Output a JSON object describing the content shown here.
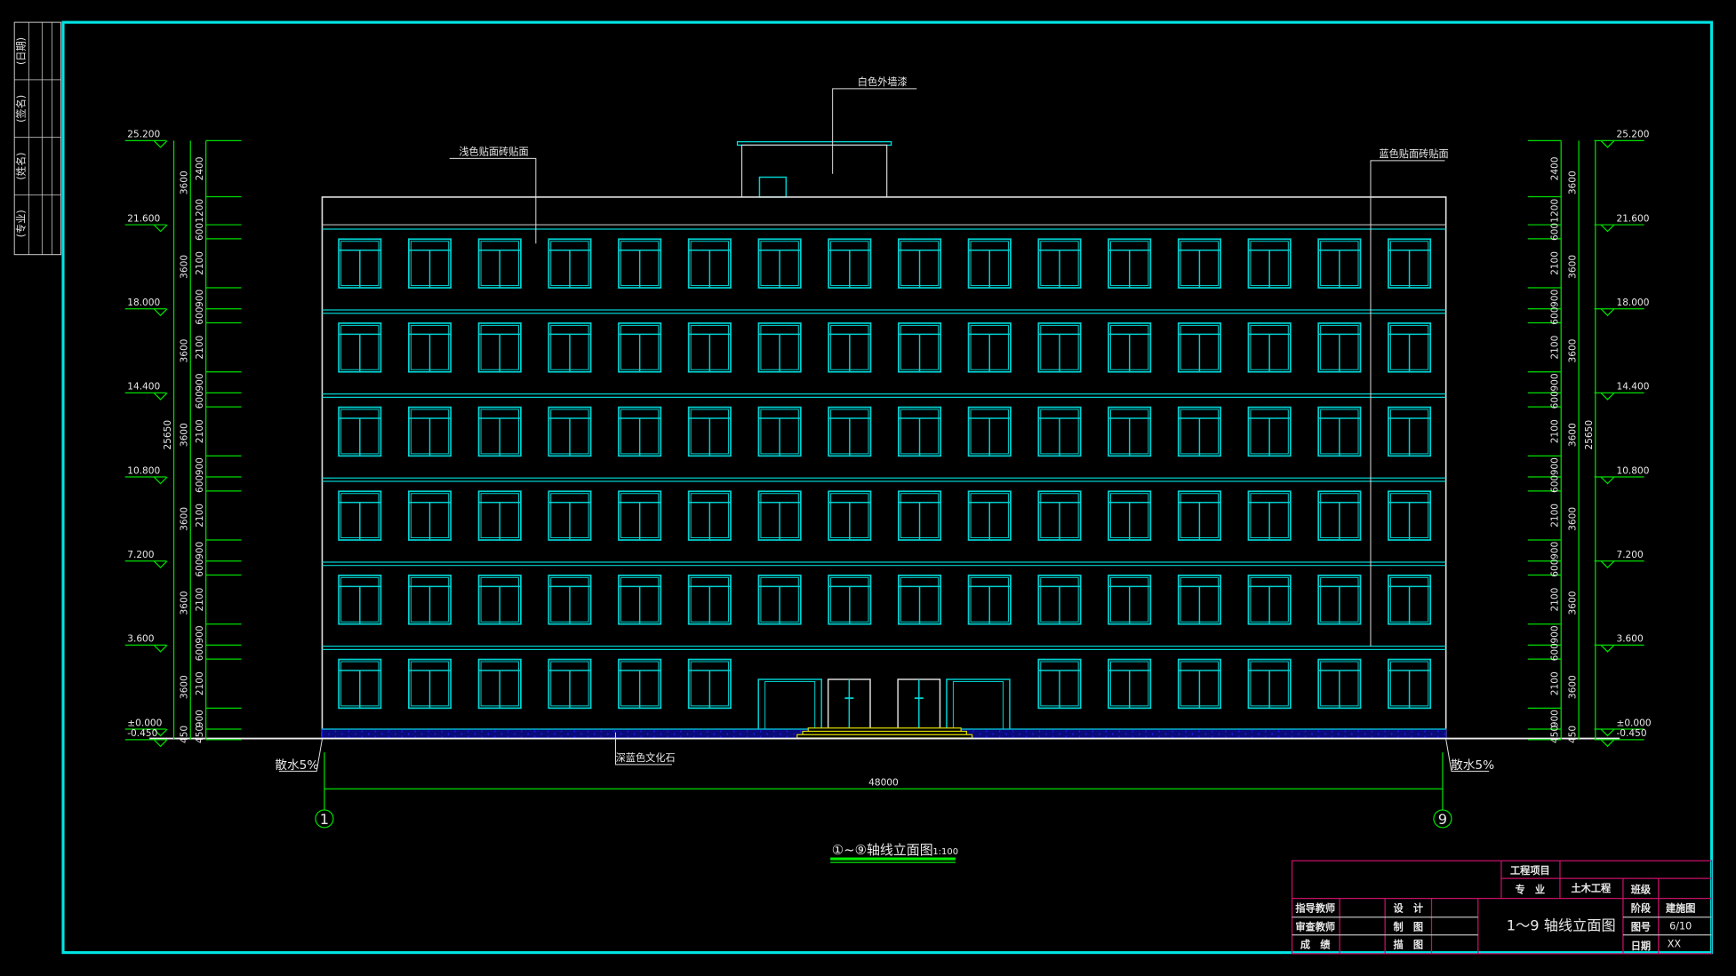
{
  "side_strip": [
    "(日期)",
    "(签名)",
    "(姓名)",
    "(专业)"
  ],
  "levels": [
    {
      "label": "25.200",
      "mm": 25200
    },
    {
      "label": "21.600",
      "mm": 21600
    },
    {
      "label": "18.000",
      "mm": 18000
    },
    {
      "label": "14.400",
      "mm": 14400
    },
    {
      "label": "10.800",
      "mm": 10800
    },
    {
      "label": "7.200",
      "mm": 7200
    },
    {
      "label": "3.600",
      "mm": 3600
    },
    {
      "label": "±0.000",
      "mm": 0
    },
    {
      "label": "-0.450",
      "mm": -450
    }
  ],
  "overall_height": "25650",
  "storey_dims": [
    "3600",
    "3600",
    "3600",
    "3600",
    "3600",
    "3600",
    "3600",
    "450"
  ],
  "detail_dims": [
    "2400",
    "1200",
    "600",
    "2100",
    "900",
    "600",
    "2100",
    "900",
    "600",
    "2100",
    "900",
    "600",
    "2100",
    "900",
    "600",
    "2100",
    "900",
    "600",
    "2100",
    "900",
    "450"
  ],
  "annotations": {
    "roof_paint": "白色外墙漆",
    "light_tile": "浅色贴面砖贴面",
    "blue_tile": "蓝色贴面砖贴面",
    "plinth_stone": "深蓝色文化石",
    "apron_left": "散水5%",
    "apron_right": "散水5%"
  },
  "overall_width": "48000",
  "axes": {
    "left": "1",
    "right": "9"
  },
  "drawing_title": {
    "text": "①~⑨轴线立面图",
    "scale": "1:100"
  },
  "title_block": {
    "project_label": "工程项目",
    "major_label": "专　业",
    "major_value": "土木工程",
    "class_label": "班级",
    "advisor": "指导教师",
    "reviewer": "审查教师",
    "grade": "成　绩",
    "design": "设　计",
    "drafting": "制　图",
    "tracing": "描　图",
    "sheet_title": "1～9 轴线立面图",
    "stage_label": "阶段",
    "stage_value": "建施图",
    "sheet_no_label": "图号",
    "sheet_no_value": "6/10",
    "date_label": "日期",
    "date_value": "XX"
  },
  "colors": {
    "frame": "#00e5e5",
    "window": "#00d0d0",
    "dim": "#00dd00",
    "titleblock": "#c8106a",
    "plinth": "#1a1ae0",
    "steps": "#d8d800"
  }
}
